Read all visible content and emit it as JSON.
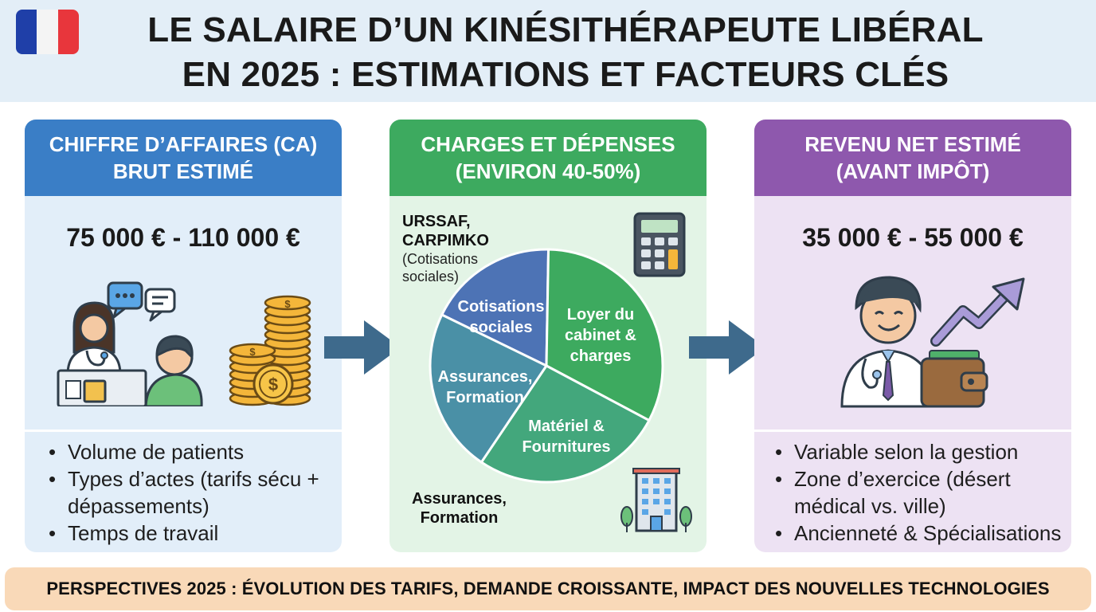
{
  "header": {
    "title_line1": "LE SALAIRE D’UN KINÉSITHÉRAPEUTE LIBÉRAL",
    "title_line2": "EN 2025 : ESTIMATIONS ET FACTEURS CLÉS",
    "flag_colors": [
      "#1f3fa8",
      "#f4f4f4",
      "#e8363c"
    ]
  },
  "cards": [
    {
      "head_line1": "CHIFFRE D’AFFAIRES (CA)",
      "head_line2": "BRUT ESTIMÉ",
      "amount": "75 000 € - 110 000 €",
      "bullets": [
        "Volume de patients",
        "Types d’actes (tarifs sécu +",
        "dépassements)",
        "Temps de travail"
      ],
      "head_color": "#3a7ec6",
      "body_color": "#e2eef9"
    },
    {
      "head_line1": "CHARGES ET DÉPENSES",
      "head_line2": "(ENVIRON 40-50%)",
      "head_color": "#3daa5f",
      "body_color": "#e3f4e6"
    },
    {
      "head_line1": "REVENU NET ESTIMÉ",
      "head_line2": "(AVANT IMPÔT)",
      "amount": "35 000 € - 55 000 €",
      "bullets": [
        "Variable selon la gestion",
        "Zone d’exercice (désert",
        "médical vs. ville)",
        "Ancienneté & Spécialisations"
      ],
      "head_color": "#8e58ad",
      "body_color": "#ede2f3"
    }
  ],
  "chart_data": {
    "type": "pie",
    "slices": [
      {
        "label": "Cotisations sociales",
        "label_line1": "Cotisations",
        "label_line2": "sociales",
        "color": "#4d73b5"
      },
      {
        "label": "Loyer du cabinet & charges",
        "label_line1": "Loyer du",
        "label_line2": "cabinet &",
        "label_line3": "charges",
        "color": "#3daa5f"
      },
      {
        "label": "Matériel & Fournitures",
        "label_line1": "Matériel &",
        "label_line2": "Fournitures",
        "color": "#43a77c"
      },
      {
        "label": "Assurances, Formation",
        "label_line1": "Assurances,",
        "label_line2": "Formation",
        "color": "#4a90a6"
      }
    ],
    "external_labels": {
      "top_line1": "URSSAF,",
      "top_line2": "CARPIMKO",
      "top_sub1": "(Cotisations",
      "top_sub2": "sociales)",
      "bottom_line1": "Assurances,",
      "bottom_line2": "Formation"
    }
  },
  "icons": {
    "card1": [
      "practitioner-patient-icon",
      "chat-bubbles-icon",
      "coin-stacks-icon",
      "dollar-coin-icon"
    ],
    "card2": [
      "calculator-icon",
      "office-building-icon"
    ],
    "card3": [
      "doctor-icon",
      "wallet-icon",
      "trend-up-arrow-icon"
    ],
    "arrows": "arrow-right-icon"
  },
  "footer": {
    "text": "PERSPECTIVES 2025 : ÉVOLUTION DES TARIFS, DEMANDE CROISSANTE, IMPACT DES NOUVELLES TECHNOLOGIES"
  }
}
